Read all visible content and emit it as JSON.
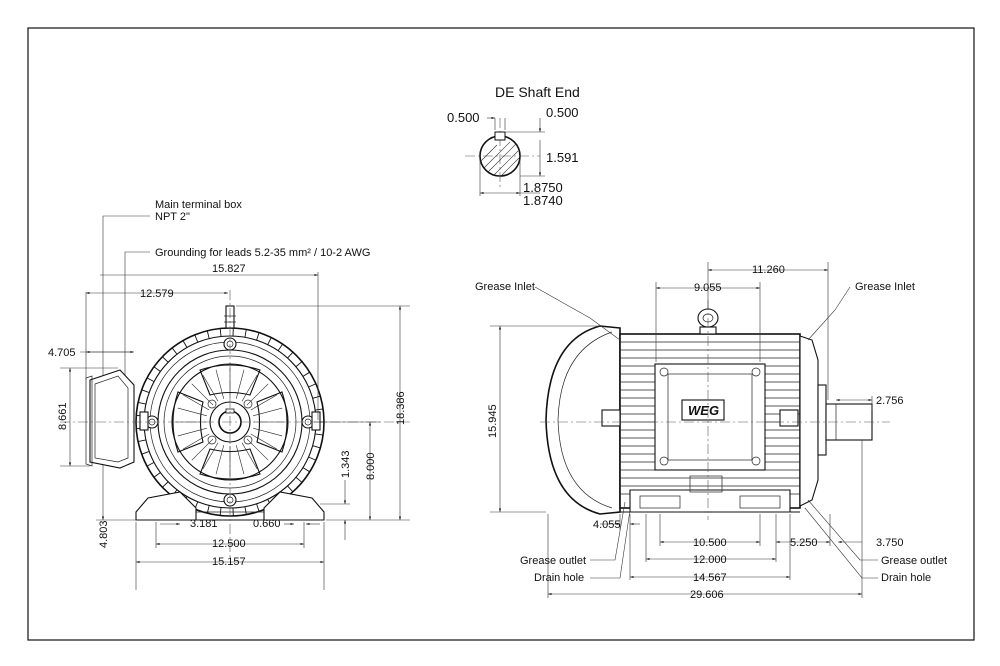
{
  "shaft_end": {
    "title": "DE Shaft End",
    "key_width": "0.500",
    "key_depth": "0.500",
    "key_height": "1.591",
    "dia_max": "1.8750",
    "dia_min": "1.8740"
  },
  "front_view": {
    "terminal_box_label": "Main terminal box",
    "terminal_box_thread": "NPT 2\"",
    "grounding_label": "Grounding for leads 5.2-35 mm² / 10-2 AWG",
    "dims": {
      "d15827": "15.827",
      "d12579": "12.579",
      "d4705": "4.705",
      "d8661": "8.661",
      "d18386": "18.386",
      "d1343": "1.343",
      "d8000": "8.000",
      "d4803": "4.803",
      "d3181": "3.181",
      "d0660": "0.660",
      "d12500": "12.500",
      "d15157": "15.157"
    }
  },
  "side_view": {
    "grease_inlet_left": "Grease Inlet",
    "grease_inlet_right": "Grease Inlet",
    "grease_outlet_left": "Grease outlet",
    "drain_hole_left": "Drain hole",
    "grease_outlet_right": "Grease outlet",
    "drain_hole_right": "Drain hole",
    "logo": "WEG",
    "dims": {
      "d11260": "11.260",
      "d9055": "9.055",
      "d15945": "15.945",
      "d2756": "2.756",
      "d4055": "4.055",
      "d10500": "10.500",
      "d12000": "12.000",
      "d14567": "14.567",
      "d29606": "29.606",
      "d5250": "5.250",
      "d3750": "3.750"
    }
  }
}
